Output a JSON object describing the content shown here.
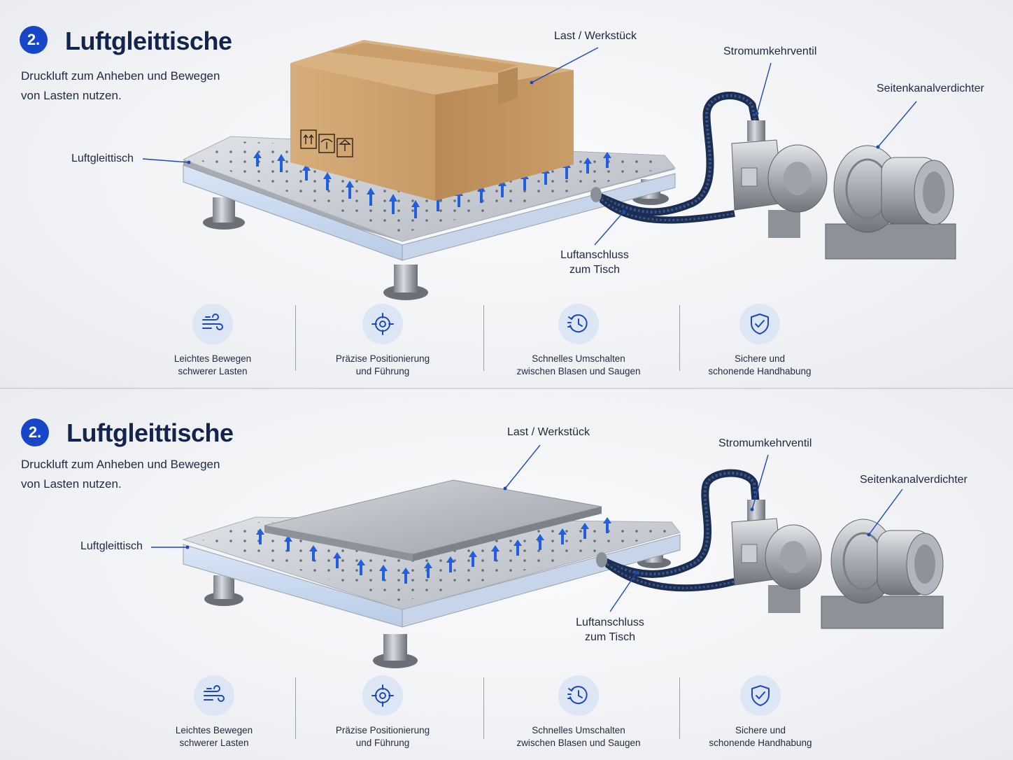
{
  "panels": [
    {
      "badge": "2.",
      "title": "Luftgleittische",
      "subtitle_line1": "Druckluft zum Anheben und Bewegen",
      "subtitle_line2": "von Lasten nutzen.",
      "labels": {
        "load": "Last / Werkstück",
        "valve": "Stromumkehrventil",
        "compressor": "Seitenkanalverdichter",
        "table": "Luftgleittisch",
        "connection_line1": "Luftanschluss",
        "connection_line2": "zum Tisch"
      },
      "features": [
        {
          "icon": "wind-icon",
          "line1": "Leichtes Bewegen",
          "line2": "schwerer Lasten"
        },
        {
          "icon": "crosshair-icon",
          "line1": "Präzise Positionierung",
          "line2": "und Führung"
        },
        {
          "icon": "clock-rewind-icon",
          "line1": "Schnelles Umschalten",
          "line2": "zwischen Blasen und Saugen"
        },
        {
          "icon": "shield-check-icon",
          "line1": "Sichere und",
          "line2": "schonende Handhabung"
        }
      ]
    },
    {
      "badge": "2.",
      "title": "Luftgleittische",
      "subtitle_line1": "Druckluft zum Anheben und Bewegen",
      "subtitle_line2": "von Lasten nutzen.",
      "labels": {
        "load": "Last / Werkstück",
        "valve": "Stromumkehrventil",
        "compressor": "Seitenkanalverdichter",
        "table": "Luftgleittisch",
        "connection_line1": "Luftanschluss",
        "connection_line2": "zum Tisch"
      },
      "features": [
        {
          "icon": "wind-icon",
          "line1": "Leichtes Bewegen",
          "line2": "schwerer Lasten"
        },
        {
          "icon": "crosshair-icon",
          "line1": "Präzise Positionierung",
          "line2": "und Führung"
        },
        {
          "icon": "clock-rewind-icon",
          "line1": "Schnelles Umschalten",
          "line2": "zwischen Blasen und Saugen"
        },
        {
          "icon": "shield-check-icon",
          "line1": "Sichere und",
          "line2": "schonende Handhabung"
        }
      ]
    }
  ],
  "colors": {
    "accent": "#1747c8",
    "title": "#13254d",
    "arrow": "#1f5fe0",
    "icon_bg": "#dde6f4"
  }
}
